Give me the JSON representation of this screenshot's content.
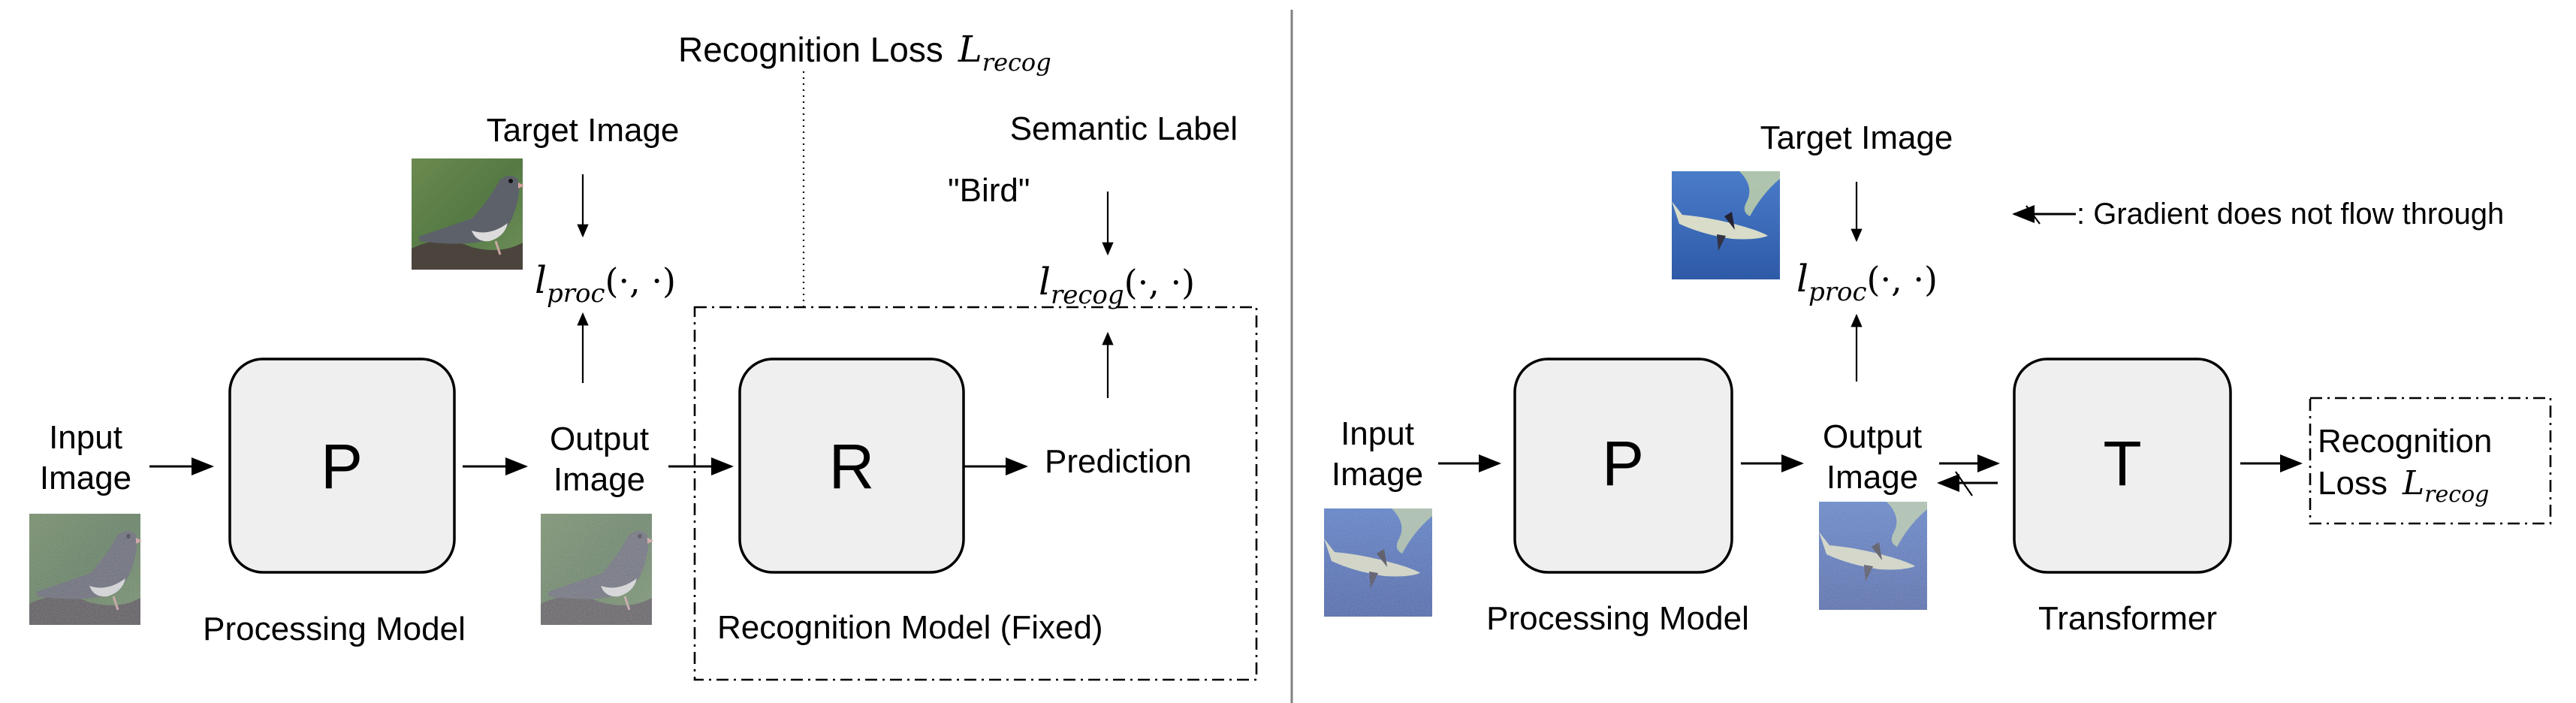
{
  "left_panel": {
    "input_label_line1": "Input",
    "input_label_line2": "Image",
    "processing_box_letter": "P",
    "processing_caption": "Processing Model",
    "output_label_line1": "Output",
    "output_label_line2": "Image",
    "target_label": "Target Image",
    "proc_loss_symbol": "l",
    "proc_loss_subscript": "proc",
    "proc_loss_args": "(·, ·)",
    "recognition_box_letter": "R",
    "recognition_caption": "Recognition Model (Fixed)",
    "prediction_label": "Prediction",
    "semantic_label_title": "Semantic Label",
    "semantic_label_value": "\"Bird\"",
    "recog_loss_symbol": "l",
    "recog_loss_subscript": "recog",
    "recog_loss_args": "(·, ·)",
    "recognition_loss_title": "Recognition Loss",
    "recognition_loss_symbol": "L",
    "recognition_loss_subscript": "recog",
    "images": {
      "input": "noisy-bird-thumbnail",
      "output": "processed-bird-thumbnail",
      "target": "clean-bird-thumbnail"
    }
  },
  "right_panel": {
    "input_label_line1": "Input",
    "input_label_line2": "Image",
    "processing_box_letter": "P",
    "processing_caption": "Processing Model",
    "output_label_line1": "Output",
    "output_label_line2": "Image",
    "target_label": "Target Image",
    "proc_loss_symbol": "l",
    "proc_loss_subscript": "proc",
    "proc_loss_args": "(·, ·)",
    "transformer_box_letter": "T",
    "transformer_caption": "Transformer",
    "loss_box_line1": "Recognition",
    "loss_box_line2": "Loss",
    "loss_symbol": "L",
    "loss_subscript": "recog",
    "legend_text": ": Gradient does not flow through",
    "images": {
      "input": "noisy-shark-thumbnail",
      "output": "processed-shark-thumbnail",
      "target": "clean-shark-thumbnail"
    }
  },
  "colors": {
    "box_fill": "#efefef",
    "stroke": "#000000",
    "divider": "#808080",
    "bird_bg": "#5f7d4a",
    "shark_bg": "#3a66b4"
  }
}
